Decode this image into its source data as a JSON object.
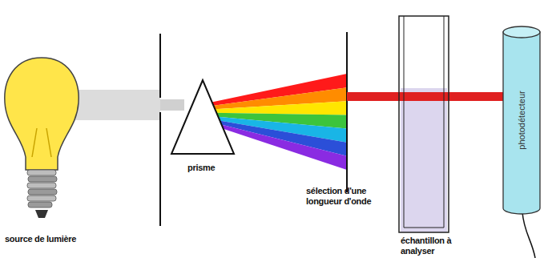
{
  "diagram": {
    "nodes": [
      {
        "text": [
          "photodétecteur"
        ]
      }
    ],
    "labels": [
      "source de lumière",
      "prisme",
      "sélection d'une longueur d'onde",
      "échantillon à analyser"
    ]
  }
}
